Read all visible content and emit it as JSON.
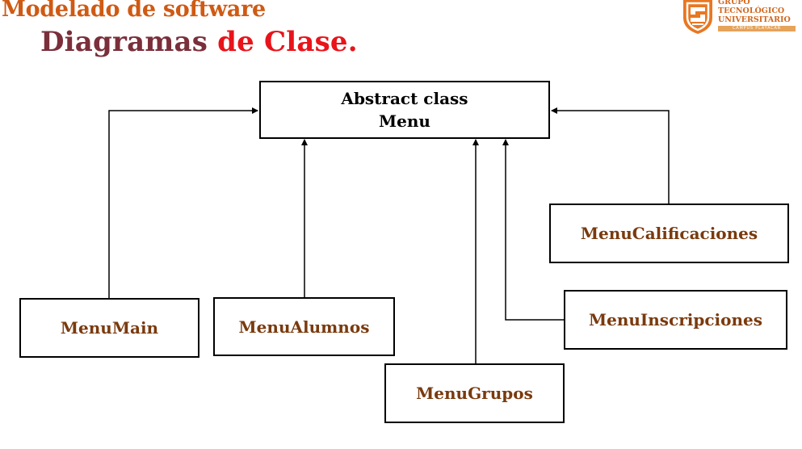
{
  "header": {
    "title": "Modelado de software",
    "subtitle_part1": "Diagramas ",
    "subtitle_part2": "de Clase."
  },
  "logo": {
    "line1": "GRUPO",
    "line2": "TECNOLÓGICO",
    "line3": "UNIVERSITARIO",
    "campus": "CAMPUS PLAYACAR",
    "icon": "gtu-shield-logo-icon"
  },
  "diagram": {
    "abstract_class": {
      "line1": "Abstract class",
      "line2": "Menu"
    },
    "subclasses": {
      "main": "MenuMain",
      "alumnos": "MenuAlumnos",
      "grupos": "MenuGrupos",
      "inscripciones": "MenuInscripciones",
      "calificaciones": "MenuCalificaciones"
    }
  },
  "colors": {
    "title": "#cf5a14",
    "subtitle": "#7a2f3a",
    "accent": "#e8141a",
    "subclass_text": "#7a3a0e"
  }
}
